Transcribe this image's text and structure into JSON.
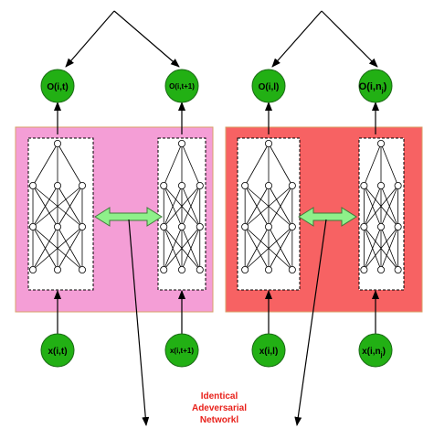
{
  "colors": {
    "left_panel": "#f49ed6",
    "right_panel": "#f76263",
    "node_fill": "#22b014",
    "arrow_fill": "#8ef08a",
    "caption": "#e8211b"
  },
  "outputs": {
    "left_1": "O(i,t)",
    "left_2": "O(i,t+1)",
    "right_1": "O(i,l)",
    "right_2_main": "O(i,n",
    "right_2_sub": "j",
    "right_2_close": ")"
  },
  "inputs": {
    "left_1": "x(i,t)",
    "left_2": "x(i,t+1)",
    "right_1": "x(i,l)",
    "right_2_main": "x(i,n",
    "right_2_sub": "j",
    "right_2_close": ")"
  },
  "caption": {
    "line1": "Identical",
    "line2": "Adeversarial",
    "line3": "Networkl"
  }
}
